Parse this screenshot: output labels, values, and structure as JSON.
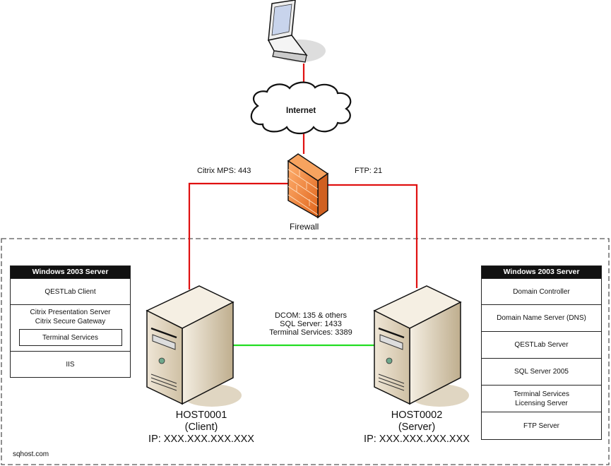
{
  "internet": {
    "label": "Internet"
  },
  "firewall": {
    "label": "Firewall"
  },
  "links": {
    "citrix": "Citrix MPS: 443",
    "ftp": "FTP: 21",
    "lan": [
      "DCOM: 135 & others",
      "SQL Server: 1433",
      "Terminal Services: 3389"
    ]
  },
  "colors": {
    "wan_link": "#e01010",
    "lan_link": "#22dd22"
  },
  "client_box": {
    "title": "Windows 2003 Server",
    "rows": [
      "QESTLab Client",
      "Citrix Presentation Server",
      "Citrix Secure Gateway",
      "Terminal Services",
      "IIS"
    ]
  },
  "server_box": {
    "title": "Windows 2003 Server",
    "rows": [
      "Domain Controller",
      "Domain Name Server (DNS)",
      "QESTLab Server",
      "SQL Server 2005",
      "Terminal Services",
      "Licensing Server",
      "FTP Server"
    ]
  },
  "host1": {
    "name": "HOST0001",
    "role": "(Client)",
    "ip": "IP: XXX.XXX.XXX.XXX"
  },
  "host2": {
    "name": "HOST0002",
    "role": "(Server)",
    "ip": "IP: XXX.XXX.XXX.XXX"
  },
  "footer": {
    "site": "sqhost.com"
  }
}
